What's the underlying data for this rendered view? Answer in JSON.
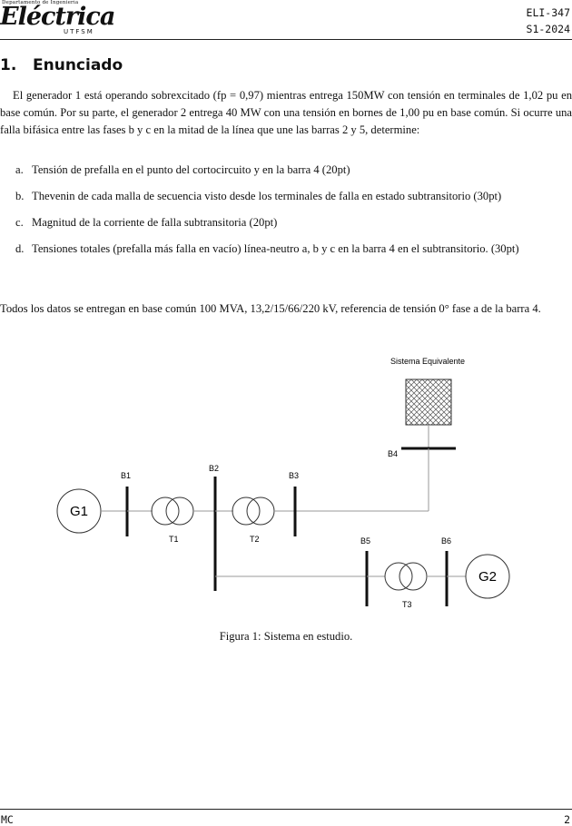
{
  "header": {
    "logo": {
      "dept": "Departamento de Ingeniería",
      "name": "Eléctrica",
      "sub": "UTFSM"
    },
    "course_code": "ELI-347",
    "semester": "S1-2024"
  },
  "section": {
    "number": "1.",
    "title": "Enunciado"
  },
  "paragraph1": "El generador 1 está operando sobrexcitado (fp = 0,97) mientras entrega 150MW con tensión en terminales de 1,02 pu en base común. Por su parte, el generador 2 entrega 40 MW con una tensión en bornes de 1,00 pu en base común. Si ocurre una falla bifásica entre las fases b y c en la mitad de la línea que une las barras 2 y 5, determine:",
  "questions": [
    {
      "label": "a.",
      "text": "Tensión de prefalla en el punto del cortocircuito y en la barra 4 (20pt)"
    },
    {
      "label": "b.",
      "text": "Thevenin de cada malla de secuencia visto desde los terminales de falla en estado subtransitorio (30pt)"
    },
    {
      "label": "c.",
      "text": "Magnitud de la corriente de falla subtransitoria (20pt)"
    },
    {
      "label": "d.",
      "text": "Tensiones totales (prefalla más falla en vacío) línea-neutro a, b y c en la barra 4 en el subtransitorio. (30pt)"
    }
  ],
  "paragraph2": "Todos los datos se entregan en base común 100 MVA, 13,2/15/66/220 kV, referencia de tensión 0° fase a de la barra 4.",
  "figure": {
    "caption": "Figura 1: Sistema en estudio.",
    "labels": {
      "system": "Sistema Equivalente",
      "b1": "B1",
      "b2": "B2",
      "b3": "B3",
      "b4": "B4",
      "b5": "B5",
      "b6": "B6",
      "t1": "T1",
      "t2": "T2",
      "t3": "T3",
      "g1": "G1",
      "g2": "G2"
    }
  },
  "footer": {
    "left": "MC",
    "page": "2"
  }
}
